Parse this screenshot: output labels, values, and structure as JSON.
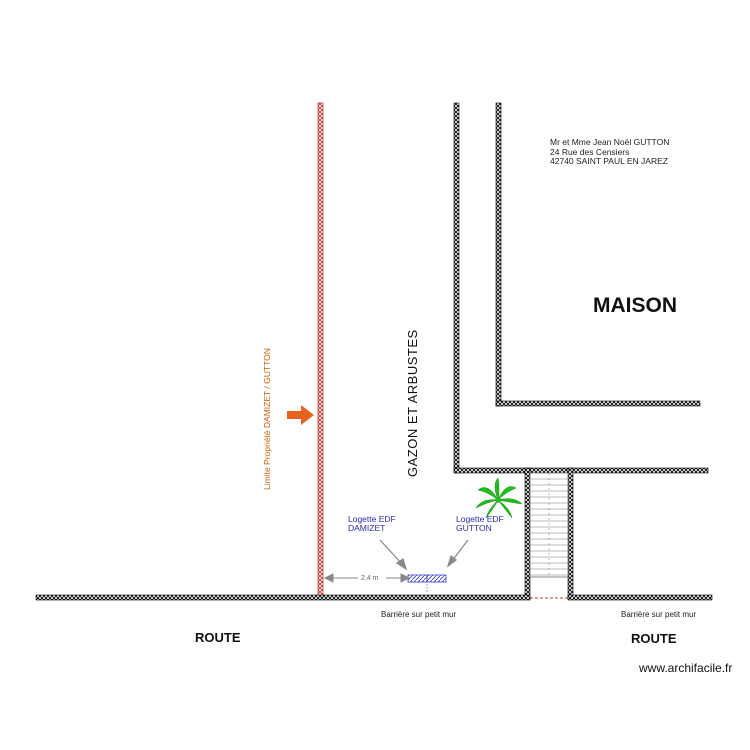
{
  "owner": {
    "line1": "Mr et Mme Jean Noël GUTTON",
    "line2": "24 Rue des Censiers",
    "line3": "42740 SAINT PAUL EN JAREZ"
  },
  "labels": {
    "maison": "MAISON",
    "gazon": "GAZON ET ARBUSTES",
    "limite": "Limite Propriété DAMIZET / GUTTON",
    "logette_damizet_1": "Logette EDF",
    "logette_damizet_2": "DAMIZET",
    "logette_gutton_1": "Logette EDF",
    "logette_gutton_2": "GUTTON",
    "route_left": "ROUTE",
    "route_right": "ROUTE",
    "barriere_1": "Barrière sur petit mur",
    "barriere_2": "Barrière sur petit mur",
    "dimension": "2.4 m"
  },
  "watermark": "www.archifacile.fr",
  "colors": {
    "wall": "#000000",
    "limit_wall": "#c0392b",
    "arrow": "#e8641e",
    "limite_text": "#d55a00",
    "logette_text": "#2d2db0",
    "palm": "#1fbf1f"
  }
}
